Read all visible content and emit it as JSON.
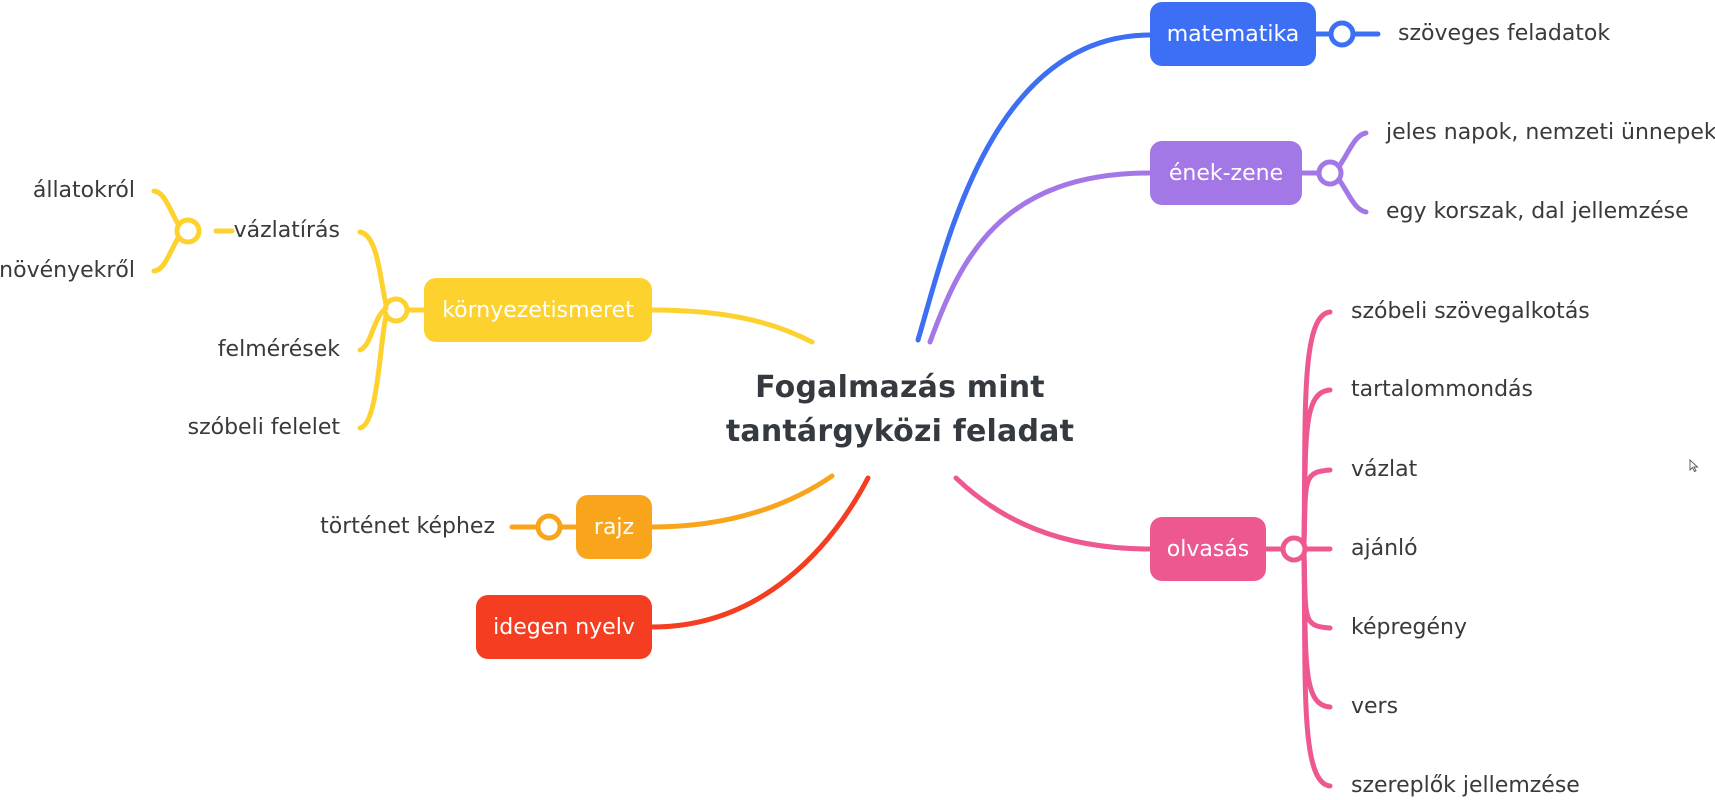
{
  "center": {
    "line1": "Fogalmazás mint",
    "line2": "tantárgyközi feladat"
  },
  "colors": {
    "matematika": "#3d6ff5",
    "enek_zene": "#a377e6",
    "kornyezetismeret": "#fdd22f",
    "rajz": "#f8a51c",
    "idegen_nyelv": "#f53d21",
    "olvasas": "#ee5891"
  },
  "branches": {
    "matematika": {
      "label": "matematika",
      "children": [
        "szöveges feladatok"
      ]
    },
    "enek_zene": {
      "label": "ének-zene",
      "children": [
        "jeles napok, nemzeti ünnepek",
        "egy korszak, dal jellemzése"
      ]
    },
    "kornyezetismeret": {
      "label": "környezetismeret",
      "children": [
        "vázlatírás",
        "felmérések",
        "szóbeli felelet"
      ],
      "vazlatiras_children": [
        "állatokról",
        "növényekről"
      ]
    },
    "rajz": {
      "label": "rajz",
      "children": [
        "történet képhez"
      ]
    },
    "idegen_nyelv": {
      "label": "idegen nyelv"
    },
    "olvasas": {
      "label": "olvasás",
      "children": [
        "szóbeli szövegalkotás",
        "tartalommondás",
        "vázlat",
        "ajánló",
        "képregény",
        "vers",
        "szereplők jellemzése"
      ]
    }
  }
}
